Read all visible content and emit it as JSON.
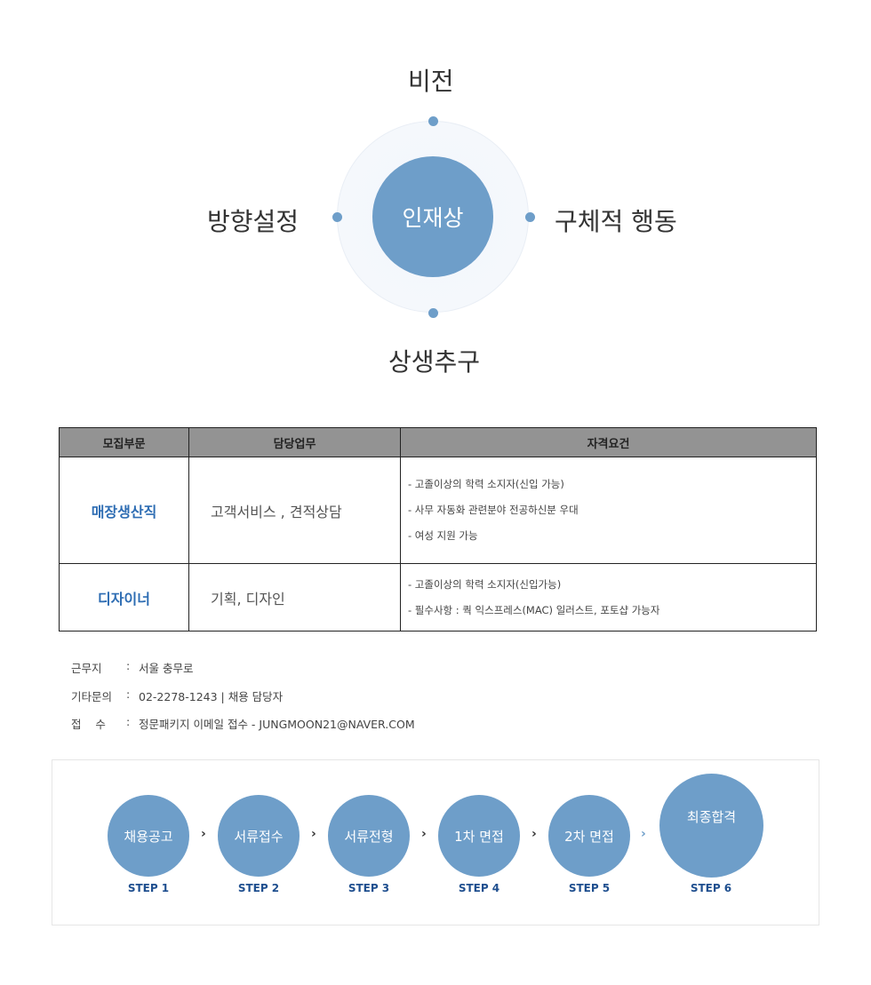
{
  "diagram": {
    "center": "인재상",
    "top": "비전",
    "left": "방향설정",
    "right": "구체적 행동",
    "bottom": "상생추구"
  },
  "table": {
    "headers": [
      "모집부문",
      "담당업무",
      "자격요건"
    ],
    "rows": [
      {
        "part": "매장생산직",
        "duty": "고객서비스 , 견적상담",
        "requirements": [
          "- 고졸이상의 학력 소지자(신입 가능)",
          "- 사무 자동화 관련분야 전공하신분 우대",
          "- 여성 지원 가능"
        ]
      },
      {
        "part": "디자이너",
        "duty": "기획, 디자인",
        "requirements": [
          "- 고졸이상의 학력 소지자(신입가능)",
          "- 필수사항 : 쿽 익스프레스(MAC) 일러스트, 포토샵 가능자"
        ]
      }
    ]
  },
  "info": [
    {
      "key": "근무지",
      "sep": ":",
      "value": "서울 충무로"
    },
    {
      "key": "기타문의",
      "sep": ":",
      "value": "02-2278-1243 | 채용 담당자"
    },
    {
      "key": "접    수",
      "sep": ":",
      "value": "정문패키지 이메일 접수 - JUNGMOON21@NAVER.COM"
    }
  ],
  "steps": [
    {
      "title": "채용공고",
      "label": "STEP 1"
    },
    {
      "title": "서류접수",
      "label": "STEP 2"
    },
    {
      "title": "서류전형",
      "label": "STEP 3"
    },
    {
      "title": "1차 면접",
      "label": "STEP 4"
    },
    {
      "title": "2차 면접",
      "label": "STEP 5"
    },
    {
      "title": "최종합격",
      "label": "STEP 6"
    }
  ],
  "step_arrow": "›",
  "colors": {
    "accent": "#6e9ec9",
    "part_text": "#2e6db3",
    "step_label": "#1f4f8f",
    "table_header": "#939393"
  }
}
